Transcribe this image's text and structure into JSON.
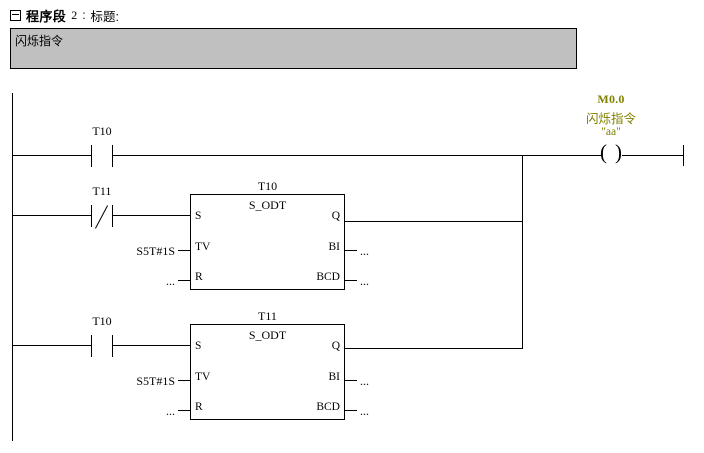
{
  "header": {
    "collapse_icon": "collapse-minus-icon",
    "label": "程序段",
    "number": "2",
    "separator": ":",
    "title": "标题:"
  },
  "comment": {
    "value": "闪烁指令"
  },
  "ladder": {
    "rungs": [
      {
        "id": "rung-1",
        "contact": {
          "name": "T10",
          "type": "normally-open"
        },
        "output": {
          "type": "coil",
          "address": "M0.0",
          "symbol": "闪烁指令",
          "quoted": "\"aa\"",
          "glyph_left": "(",
          "glyph_right": ")",
          "color": "#808000"
        }
      },
      {
        "id": "rung-2",
        "contact": {
          "name": "T11",
          "type": "normally-closed"
        },
        "block": {
          "name": "T10",
          "type": "S_ODT",
          "inputs": [
            {
              "pin": "S",
              "operand": ""
            },
            {
              "pin": "TV",
              "operand": "S5T#1S"
            },
            {
              "pin": "R",
              "operand": "..."
            }
          ],
          "outputs": [
            {
              "pin": "Q",
              "operand": ""
            },
            {
              "pin": "BI",
              "operand": "..."
            },
            {
              "pin": "BCD",
              "operand": "..."
            }
          ]
        }
      },
      {
        "id": "rung-3",
        "contact": {
          "name": "T10",
          "type": "normally-open"
        },
        "block": {
          "name": "T11",
          "type": "S_ODT",
          "inputs": [
            {
              "pin": "S",
              "operand": ""
            },
            {
              "pin": "TV",
              "operand": "S5T#1S"
            },
            {
              "pin": "R",
              "operand": "..."
            }
          ],
          "outputs": [
            {
              "pin": "Q",
              "operand": ""
            },
            {
              "pin": "BI",
              "operand": "..."
            },
            {
              "pin": "BCD",
              "operand": "..."
            }
          ]
        }
      }
    ]
  },
  "colors": {
    "wire": "#000000",
    "comment_background": "#c0c0c0",
    "symbol_text": "#808000",
    "page_background": "#ffffff"
  }
}
